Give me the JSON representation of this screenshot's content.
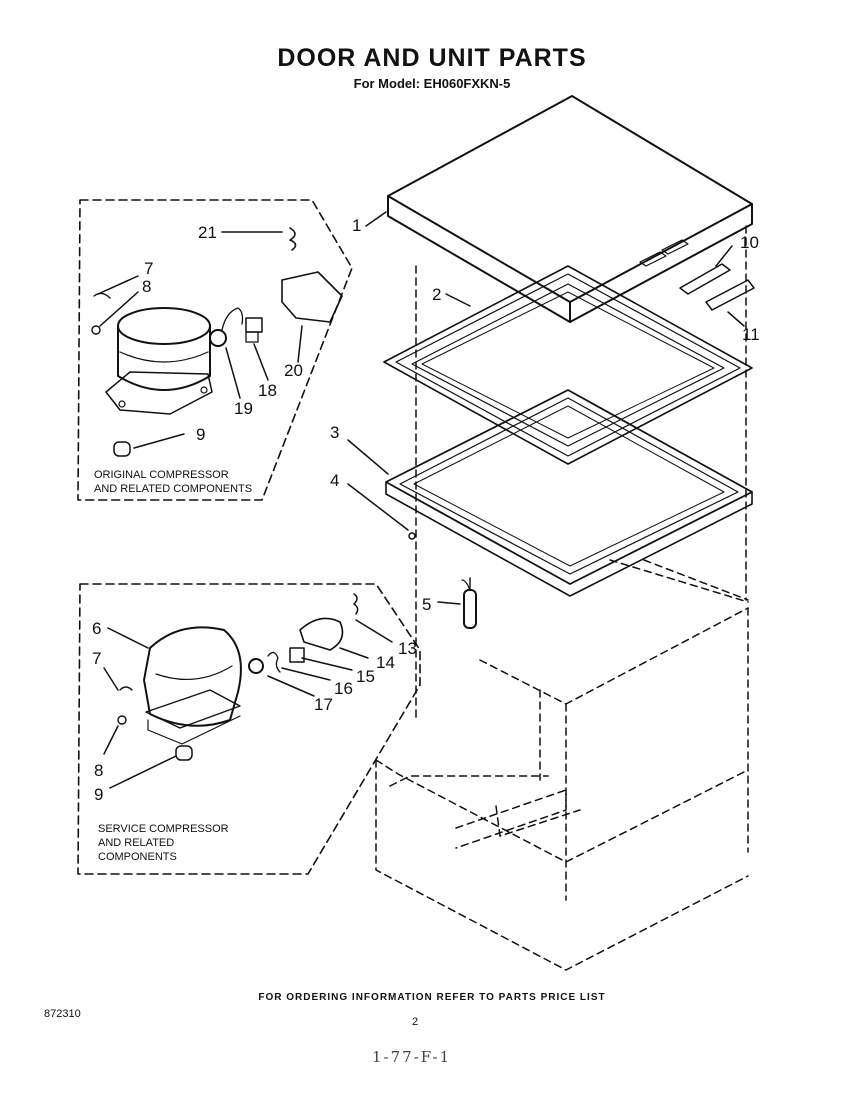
{
  "header": {
    "title": "DOOR AND UNIT PARTS",
    "subtitle": "For Model: EH060FXKN-5"
  },
  "callouts": [
    {
      "id": "c1",
      "label": "1"
    },
    {
      "id": "c2",
      "label": "2"
    },
    {
      "id": "c3",
      "label": "3"
    },
    {
      "id": "c4",
      "label": "4"
    },
    {
      "id": "c5",
      "label": "5"
    },
    {
      "id": "c6",
      "label": "6"
    },
    {
      "id": "c7a",
      "label": "7"
    },
    {
      "id": "c7b",
      "label": "7"
    },
    {
      "id": "c8a",
      "label": "8"
    },
    {
      "id": "c8b",
      "label": "8"
    },
    {
      "id": "c9a",
      "label": "9"
    },
    {
      "id": "c9b",
      "label": "9"
    },
    {
      "id": "c10",
      "label": "10"
    },
    {
      "id": "c11",
      "label": "11"
    },
    {
      "id": "c13",
      "label": "13"
    },
    {
      "id": "c14",
      "label": "14"
    },
    {
      "id": "c15",
      "label": "15"
    },
    {
      "id": "c16",
      "label": "16"
    },
    {
      "id": "c17",
      "label": "17"
    },
    {
      "id": "c18",
      "label": "18"
    },
    {
      "id": "c19",
      "label": "19"
    },
    {
      "id": "c20",
      "label": "20"
    },
    {
      "id": "c21",
      "label": "21"
    }
  ],
  "groups": {
    "original": {
      "line1": "ORIGINAL COMPRESSOR",
      "line2": "AND RELATED COMPONENTS"
    },
    "service": {
      "line1": "SERVICE COMPRESSOR",
      "line2": "AND RELATED",
      "line3": "COMPONENTS"
    }
  },
  "footer": {
    "note": "FOR ORDERING INFORMATION REFER TO PARTS PRICE LIST",
    "code": "872310",
    "page": "2",
    "handwritten": "1-77-F-1"
  }
}
